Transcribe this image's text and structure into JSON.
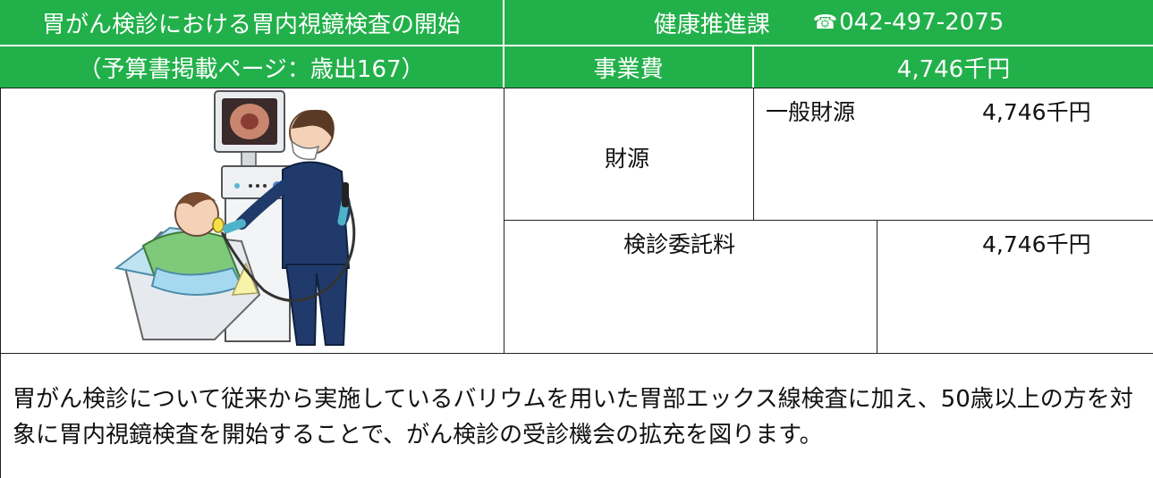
{
  "header": {
    "title_line1": "胃がん検診における胃内視鏡検査の開始",
    "title_line2": "（予算書掲載ページ：歳出167）",
    "department": "健康推進課",
    "phone": "042-497-2075",
    "business_cost_label": "事業費",
    "business_cost_value": "4,746千円"
  },
  "funding": {
    "label": "財源",
    "general_label": "一般財源",
    "general_value": "4,746千円"
  },
  "expense": {
    "label": "検診委託料",
    "value": "4,746千円"
  },
  "description": "胃がん検診について従来から実施しているバリウムを用いた胃部エックス線検査に加え、50歳以上の方を対象に胃内視鏡検査を開始することで、がん検診の受診機会の拡充を図ります。",
  "colors": {
    "header_green": "#22b04a",
    "scrub_navy": "#1f3a6b",
    "glove_teal": "#4fb3c8"
  },
  "icons": {
    "phone": "telephone-icon"
  }
}
